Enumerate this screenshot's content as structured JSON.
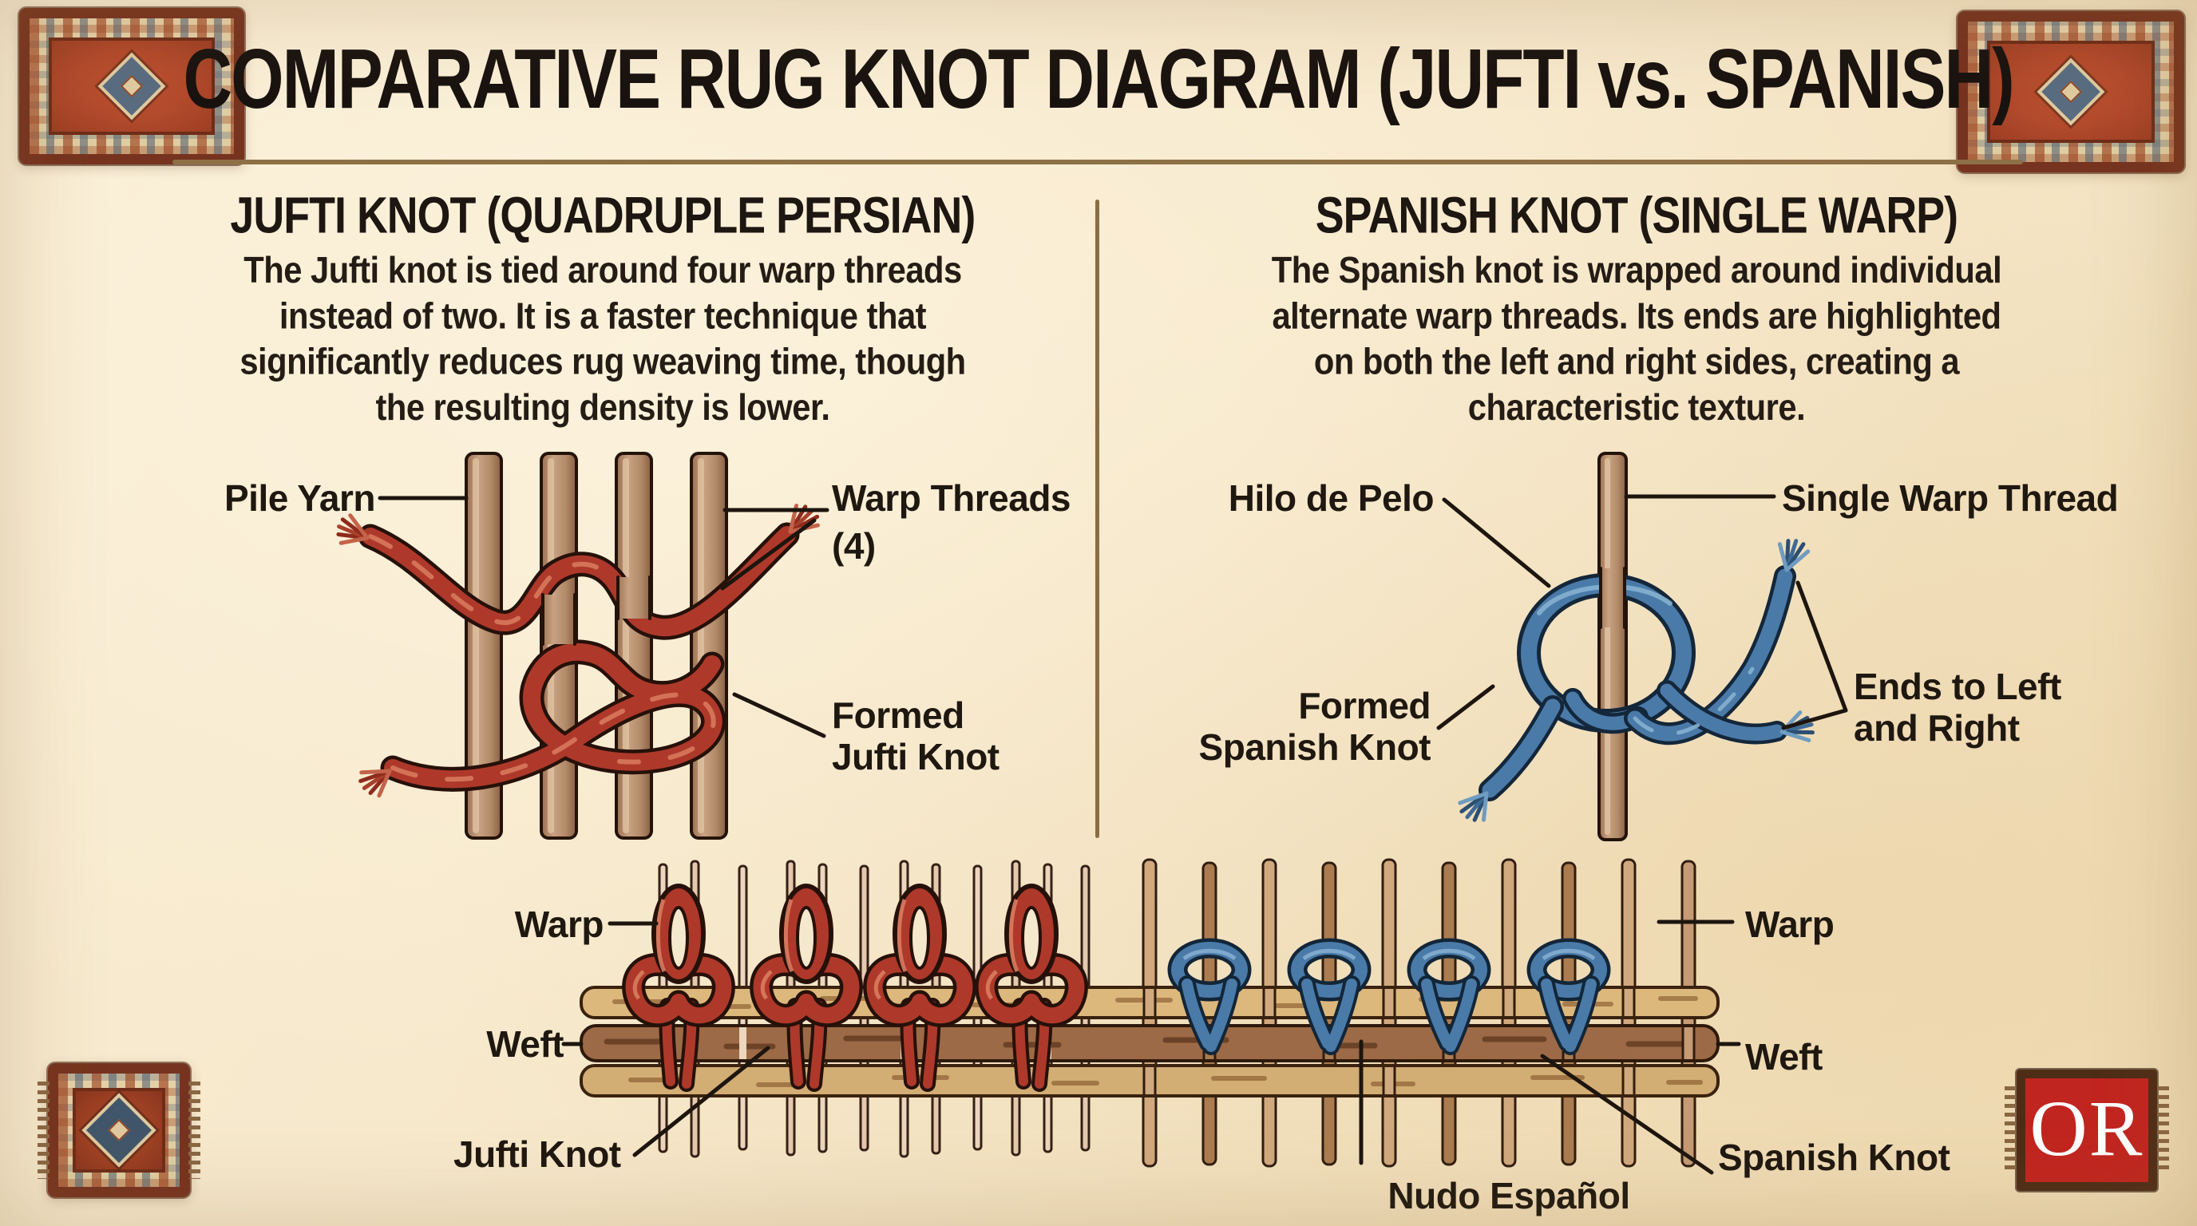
{
  "title": "COMPARATIVE RUG KNOT DIAGRAM (JUFTI vs. SPANISH)",
  "jufti": {
    "heading": "JUFTI KNOT (QUADRUPLE PERSIAN)",
    "desc_lines": [
      "The Jufti knot is tied around four warp threads",
      "instead of two. It is a faster technique that",
      "significantly reduces rug weaving time, though",
      "the resulting density is lower."
    ],
    "labels": {
      "pile_yarn": "Pile Yarn",
      "warp_threads": "Warp Threads",
      "warp_threads_count": "(4)",
      "formed_line1": "Formed",
      "formed_line2": "Jufti Knot"
    }
  },
  "spanish": {
    "heading": "SPANISH KNOT (SINGLE WARP)",
    "desc_lines": [
      "The Spanish knot is wrapped around individual",
      "alternate warp threads. Its ends are highlighted",
      "on both the left and right sides, creating a",
      "characteristic texture."
    ],
    "labels": {
      "pile_yarn_es": "Hilo de Pelo",
      "single_warp": "Single Warp Thread",
      "formed_line1": "Formed",
      "formed_line2": "Spanish Knot",
      "ends_line1": "Ends to Left",
      "ends_line2": "and Right"
    }
  },
  "weave": {
    "left_warp": "Warp",
    "left_weft": "Weft",
    "left_knot": "Jufti Knot",
    "right_warp": "Warp",
    "right_weft": "Weft",
    "right_knot": "Spanish Knot",
    "right_knot_es": "Nudo Español"
  },
  "logo": {
    "text": "OR"
  },
  "colors": {
    "background": "#f6e8cc",
    "ink": "#1f1810",
    "rule": "#8a6d45",
    "red_yarn": "#ae392a",
    "blue_yarn": "#4a7aa8",
    "warp_tan": "#bb9071",
    "weft_light": "#dcb87c",
    "weft_dark": "#9c6a46",
    "rug_border": "#76331f",
    "rug_field_red": "#b1492b",
    "logo_red": "#c1251f"
  }
}
